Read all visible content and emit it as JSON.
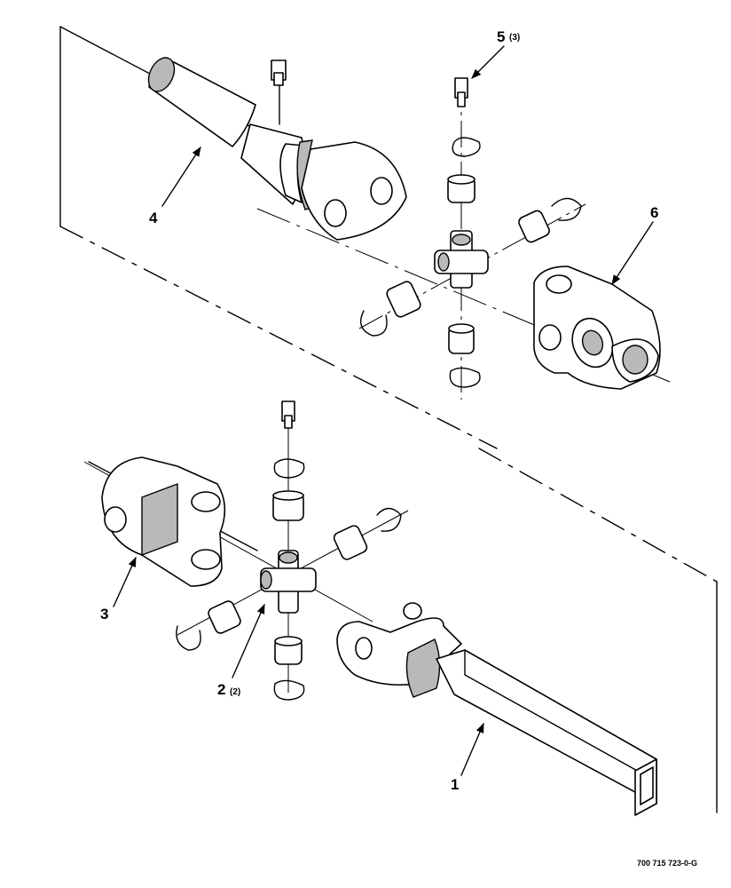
{
  "callouts": {
    "c1": "1",
    "c2": "2",
    "c2_qty": "(2)",
    "c3": "3",
    "c4": "4",
    "c5": "5",
    "c5_qty": "(3)",
    "c6": "6"
  },
  "drawing_code": "700 715 723-0-G"
}
